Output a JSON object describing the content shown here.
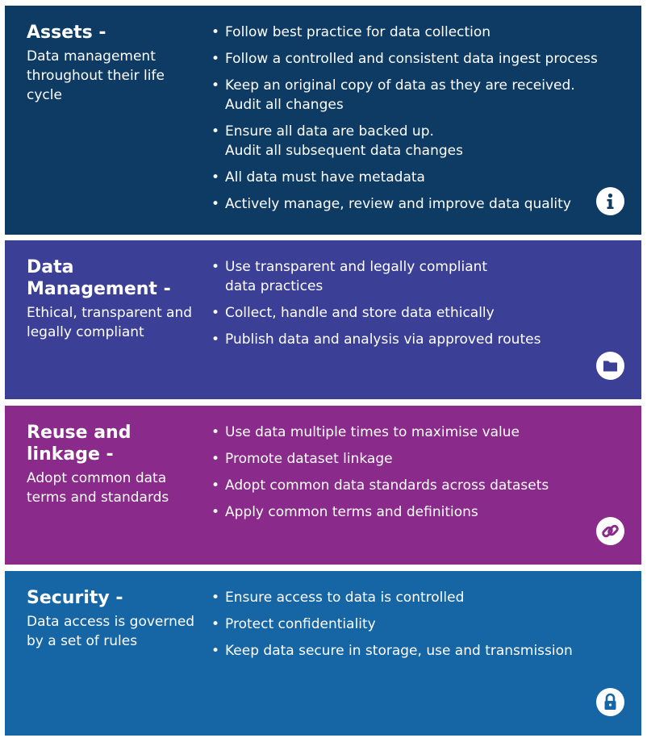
{
  "colors": {
    "assets": "#0e3b63",
    "data_management": "#3b4096",
    "reuse_linkage": "#8a2a8a",
    "security": "#1666a6"
  },
  "panels": [
    {
      "heading_lines": [
        "Assets -"
      ],
      "description": "Data management throughout their life cycle",
      "bullets": [
        [
          "Follow best practice for data collection"
        ],
        [
          "Follow a controlled and consistent data ingest process"
        ],
        [
          "Keep an original copy of data as they are received.",
          "Audit all changes"
        ],
        [
          "Ensure all data are backed up.",
          "Audit all subsequent data changes"
        ],
        [
          "All data must have metadata"
        ],
        [
          "Actively manage, review and improve data quality"
        ]
      ],
      "icon": "info-icon"
    },
    {
      "heading_lines": [
        "Data",
        "Management -"
      ],
      "description": "Ethical, transparent and legally compliant",
      "bullets": [
        [
          "Use transparent and legally compliant",
          "data practices"
        ],
        [
          "Collect, handle and store data ethically"
        ],
        [
          "Publish data and analysis via approved routes"
        ]
      ],
      "icon": "folder-icon"
    },
    {
      "heading_lines": [
        "Reuse and",
        "linkage -"
      ],
      "description": "Adopt common data terms and standards",
      "bullets": [
        [
          "Use data multiple times to maximise value"
        ],
        [
          "Promote dataset linkage"
        ],
        [
          "Adopt common data standards across datasets"
        ],
        [
          "Apply common terms and definitions"
        ]
      ],
      "icon": "link-icon"
    },
    {
      "heading_lines": [
        "Security -"
      ],
      "description": "Data access is governed by a set of rules",
      "bullets": [
        [
          "Ensure access to data is controlled"
        ],
        [
          "Protect confidentiality"
        ],
        [
          "Keep data secure in storage, use and transmission"
        ]
      ],
      "icon": "lock-icon"
    }
  ]
}
